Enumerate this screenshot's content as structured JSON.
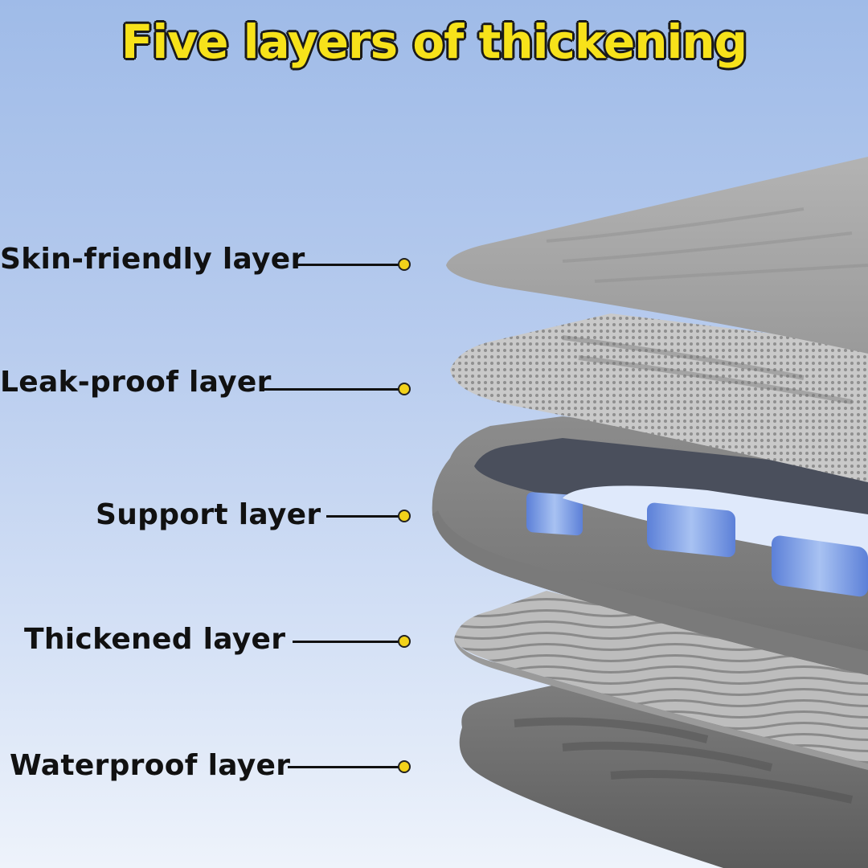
{
  "title": "Five layers of thickening",
  "colors": {
    "title_fill": "#f7e21a",
    "dot_fill": "#f2d21a",
    "background_top": "#9fbbe8",
    "background_bottom": "#eef3fb"
  },
  "layers": [
    {
      "label": "Skin-friendly layer"
    },
    {
      "label": "Leak-proof layer"
    },
    {
      "label": "Support layer"
    },
    {
      "label": "Thickened layer"
    },
    {
      "label": "Waterproof layer"
    }
  ]
}
